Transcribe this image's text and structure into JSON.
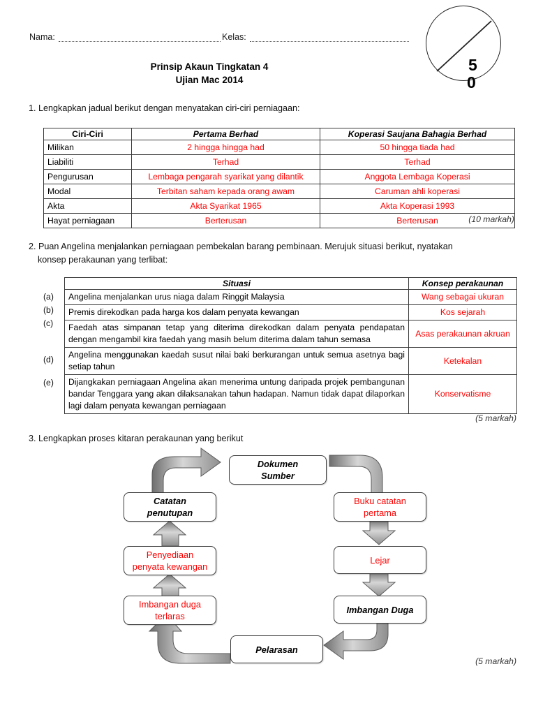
{
  "header": {
    "nama_label": "Nama:",
    "kelas_label": "Kelas:",
    "title_line1": "Prinsip Akaun Tingkatan 4",
    "title_line2": "Ujian Mac 2014",
    "marks_circle": {
      "digit_top": "5",
      "digit_bottom": "0"
    }
  },
  "question1": {
    "number_text": "1. Lengkapkan jadual berikut dengan menyatakan ciri-ciri perniagaan:",
    "marks": "(10 markah)",
    "table": {
      "headers": [
        "Ciri-Ciri",
        "Pertama Berhad",
        "Koperasi Saujana Bahagia Berhad"
      ],
      "rows": [
        {
          "label": "Milikan",
          "col2": "2  hingga hingga had",
          "col3": "50 hingga tiada had"
        },
        {
          "label": "Liabiliti",
          "col2": "Terhad",
          "col3": "Terhad"
        },
        {
          "label": "Pengurusan",
          "col2": "Lembaga pengarah syarikat yang dilantik",
          "col3": "Anggota Lembaga Koperasi"
        },
        {
          "label": "Modal",
          "col2": "Terbitan saham kepada orang awam",
          "col3": "Caruman ahli koperasi"
        },
        {
          "label": "Akta",
          "col2": "Akta Syarikat 1965",
          "col3": "Akta Koperasi 1993"
        },
        {
          "label": "Hayat perniagaan",
          "col2": "Berterusan",
          "col3": "Berterusan"
        }
      ]
    }
  },
  "question2": {
    "number_text": "2. Puan Angelina menjalankan perniagaan pembekalan barang pembinaan. Merujuk situasi berikut, nyatakan",
    "number_text_line2": "konsep perakaunan yang terlibat:",
    "marks": "(5 markah)",
    "table": {
      "headers": [
        "Situasi",
        "Konsep perakaunan"
      ],
      "rows": [
        {
          "letter": "(a)",
          "situasi": "Angelina menjalankan urus niaga dalam Ringgit Malaysia",
          "konsep": "Wang sebagai ukuran"
        },
        {
          "letter": "(b)",
          "situasi": "Premis direkodkan pada harga kos dalam penyata kewangan",
          "konsep": "Kos sejarah"
        },
        {
          "letter": "(c)",
          "situasi": "Faedah atas simpanan tetap yang diterima direkodkan dalam penyata pendapatan dengan mengambil kira faedah yang masih belum diterima dalam tahun semasa",
          "konsep": "Asas perakaunan akruan"
        },
        {
          "letter": "(d)",
          "situasi": "Angelina menggunakan kaedah susut nilai baki berkurangan untuk semua asetnya bagi setiap tahun",
          "konsep": "Ketekalan"
        },
        {
          "letter": "(e)",
          "situasi": "Dijangkakan perniagaan Angelina akan menerima untung daripada projek pembangunan bandar Tenggara yang akan dilaksanakan tahun hadapan. Namun tidak dapat dilaporkan lagi dalam penyata kewangan perniagaan",
          "konsep": "Konservatisme"
        }
      ]
    }
  },
  "question3": {
    "number_text": "3. Lengkapkan proses kitaran perakaunan yang berikut",
    "marks": "(5 markah)",
    "cycle_nodes": [
      {
        "id": "dokumen-sumber",
        "label": "Dokumen\nSumber",
        "style": "black"
      },
      {
        "id": "buku-catatan",
        "label": "Buku catatan\npertama",
        "style": "red"
      },
      {
        "id": "lejar",
        "label": "Lejar",
        "style": "red"
      },
      {
        "id": "imbangan-duga",
        "label": "Imbangan Duga",
        "style": "black"
      },
      {
        "id": "pelarasan",
        "label": "Pelarasan",
        "style": "black"
      },
      {
        "id": "imbangan-terlaras",
        "label": "Imbangan duga\nterlaras",
        "style": "red"
      },
      {
        "id": "penyediaan",
        "label": "Penyediaan\npenyata kewangan",
        "style": "red"
      },
      {
        "id": "catatan-penutupan",
        "label": "Catatan\npenutupan",
        "style": "black"
      }
    ]
  },
  "colors": {
    "answer_red": "#ff0000",
    "text_black": "#000000",
    "border_gray": "#3a3a3a"
  }
}
